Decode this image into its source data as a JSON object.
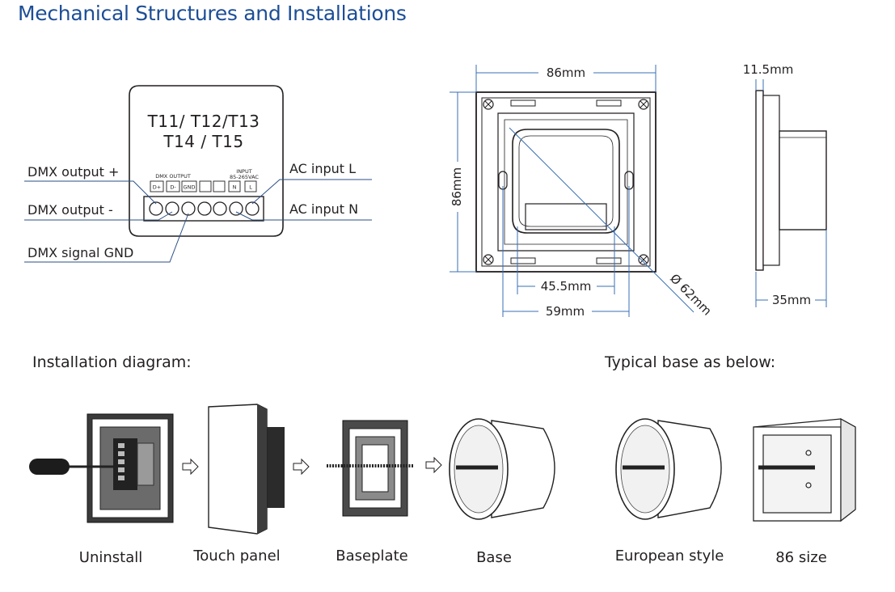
{
  "title": "Mechanical Structures and Installations",
  "wiring": {
    "model_line1": "T11/ T12/T13",
    "model_line2": "T14 / T15",
    "dmx_output_header": "DMX OUTPUT",
    "input_header_1": "INPUT",
    "input_header_2": "85-265VAC",
    "terminals": [
      "D+",
      "D-",
      "GND",
      "",
      "",
      "N",
      "L"
    ],
    "labels": {
      "dmx_plus": "DMX output +",
      "dmx_minus": "DMX output -",
      "dmx_gnd": "DMX signal GND",
      "ac_l": "AC input  L",
      "ac_n": "AC input N"
    }
  },
  "dimensions": {
    "width": "86mm",
    "height": "86mm",
    "depth_thin": "11.5mm",
    "depth_total": "35mm",
    "inner_45": "45.5mm",
    "inner_59": "59mm",
    "diameter": "Ø 62mm"
  },
  "installation": {
    "heading": "Installation diagram:",
    "steps": [
      "Uninstall",
      "Touch panel",
      "Baseplate",
      "Base"
    ]
  },
  "typical_base": {
    "heading": "Typical base as below:",
    "items": [
      "European style",
      "86 size"
    ]
  },
  "colors": {
    "title": "#1d4e96",
    "line": "#231f20",
    "dimension_line": "#3a6fb5"
  }
}
